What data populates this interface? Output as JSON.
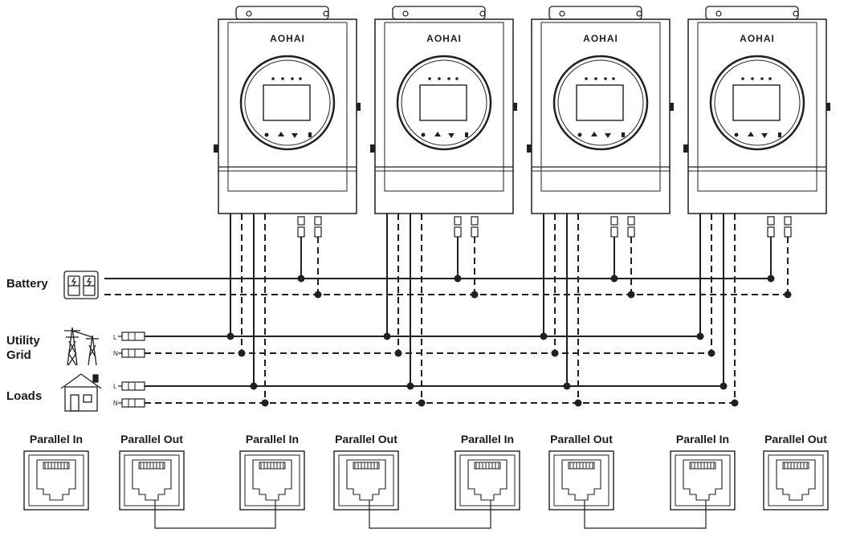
{
  "brand": "AOHAI",
  "labels": {
    "battery": "Battery",
    "utility": "Utility",
    "grid": "Grid",
    "loads": "Loads",
    "line": "L",
    "neutral": "N"
  },
  "inverters": [
    {
      "id": "inverter-1"
    },
    {
      "id": "inverter-2"
    },
    {
      "id": "inverter-3"
    },
    {
      "id": "inverter-4"
    }
  ],
  "ports": [
    {
      "label": "Parallel In"
    },
    {
      "label": "Parallel Out"
    },
    {
      "label": "Parallel In"
    },
    {
      "label": "Parallel Out"
    },
    {
      "label": "Parallel In"
    },
    {
      "label": "Parallel Out"
    },
    {
      "label": "Parallel In"
    },
    {
      "label": "Parallel Out"
    }
  ],
  "colors": {
    "line": "#231f20",
    "background": "#ffffff"
  }
}
